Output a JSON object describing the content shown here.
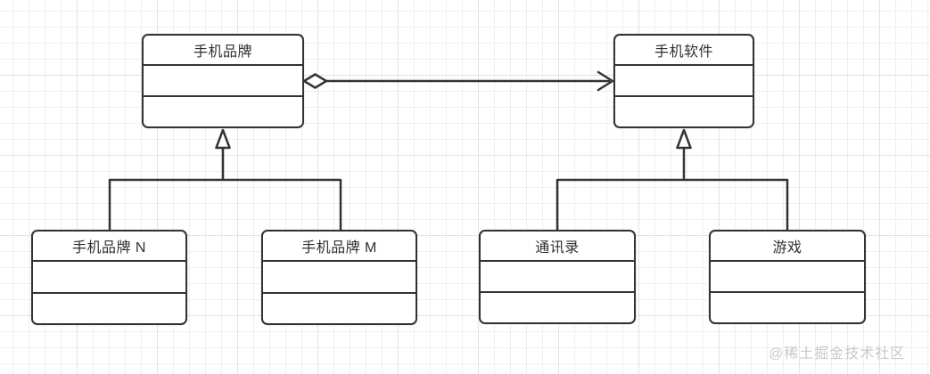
{
  "diagram": {
    "type": "uml-class-diagram",
    "classes": [
      {
        "id": "phone-brand",
        "title": "手机品牌",
        "attributes": [],
        "methods": []
      },
      {
        "id": "phone-software",
        "title": "手机软件",
        "attributes": [],
        "methods": []
      },
      {
        "id": "phone-brand-n",
        "title": "手机品牌 N",
        "attributes": [],
        "methods": []
      },
      {
        "id": "phone-brand-m",
        "title": "手机品牌 M",
        "attributes": [],
        "methods": []
      },
      {
        "id": "contacts",
        "title": "通讯录",
        "attributes": [],
        "methods": []
      },
      {
        "id": "game",
        "title": "游戏",
        "attributes": [],
        "methods": []
      }
    ],
    "relationships": [
      {
        "type": "aggregation",
        "from": "手机品牌",
        "to": "手机软件"
      },
      {
        "type": "generalization",
        "from": "手机品牌 N",
        "to": "手机品牌"
      },
      {
        "type": "generalization",
        "from": "手机品牌 M",
        "to": "手机品牌"
      },
      {
        "type": "generalization",
        "from": "通讯录",
        "to": "手机软件"
      },
      {
        "type": "generalization",
        "from": "游戏",
        "to": "手机软件"
      }
    ]
  },
  "watermark": {
    "text": "@稀土掘金技术社区"
  },
  "colors": {
    "stroke": "#333333",
    "background": "#ffffff",
    "grid_minor": "#efefef",
    "grid_major": "#e3e3e3",
    "watermark": "#c9c9c9"
  }
}
